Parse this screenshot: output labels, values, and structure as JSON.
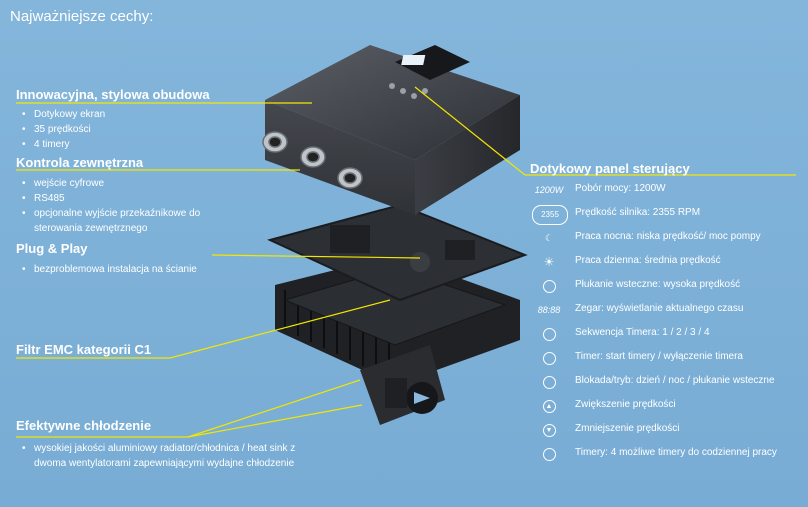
{
  "title": "Najważniejsze cechy:",
  "left_sections": [
    {
      "heading": "Innowacyjna, stylowa obudowa",
      "bullets": [
        "Dotykowy ekran",
        "35 prędkości",
        "4 timery"
      ]
    },
    {
      "heading": "Kontrola zewnętrzna",
      "bullets": [
        "wejście cyfrowe",
        "RS485",
        "opcjonalne wyjście przekaźnikowe do sterowania zewnętrznego"
      ]
    },
    {
      "heading": "Plug & Play",
      "bullets": [
        "bezproblemowa instalacja na ścianie"
      ]
    },
    {
      "heading": "Filtr EMC kategorii  C1",
      "bullets": []
    },
    {
      "heading": "Efektywne chłodzenie",
      "bullets": [
        "wysokiej jakości aluminiowy radiator/chłodnica / heat sink z dwoma wentylatorami zapewniającymi wydajne chłodzenie"
      ]
    }
  ],
  "panel": {
    "heading": "Dotykowy panel sterujący",
    "features": [
      {
        "icon": "power-readout-icon",
        "icon_text": "1200W",
        "text": "Pobór mocy: 1200W"
      },
      {
        "icon": "speed-readout-icon",
        "icon_text": "2355",
        "text": "Prędkość silnika: 2355 RPM"
      },
      {
        "icon": "moon-icon",
        "icon_text": "",
        "text": "Praca nocna: niska prędkość/ moc pompy"
      },
      {
        "icon": "sun-icon",
        "icon_text": "",
        "text": "Praca dzienna: średnia prędkość"
      },
      {
        "icon": "backwash-icon",
        "icon_text": "",
        "text": "Płukanie wsteczne: wysoka prędkość"
      },
      {
        "icon": "clock-digits-icon",
        "icon_text": "88:88",
        "text": "Zegar: wyświetlanie aktualnego czasu"
      },
      {
        "icon": "timer-sequence-icon",
        "icon_text": "",
        "text": "Sekwencja Timera: 1 / 2 / 3 / 4"
      },
      {
        "icon": "timer-icon",
        "icon_text": "",
        "text": "Timer: start timery / wyłączenie timera"
      },
      {
        "icon": "lock-mode-icon",
        "icon_text": "",
        "text": "Blokada/tryb: dzień / noc / płukanie wsteczne"
      },
      {
        "icon": "arrow-up-icon",
        "icon_text": "",
        "text": "Zwiększenie prędkości"
      },
      {
        "icon": "arrow-down-icon",
        "icon_text": "",
        "text": "Zmniejszenie prędkości"
      },
      {
        "icon": "timers-icon",
        "icon_text": "",
        "text": "Timery: 4 możliwe timery do codziennej pracy"
      }
    ]
  },
  "colors": {
    "background": "#7fb2d8",
    "accent_line": "#f3e600",
    "text": "#ffffff",
    "device": "#3a3d42"
  }
}
